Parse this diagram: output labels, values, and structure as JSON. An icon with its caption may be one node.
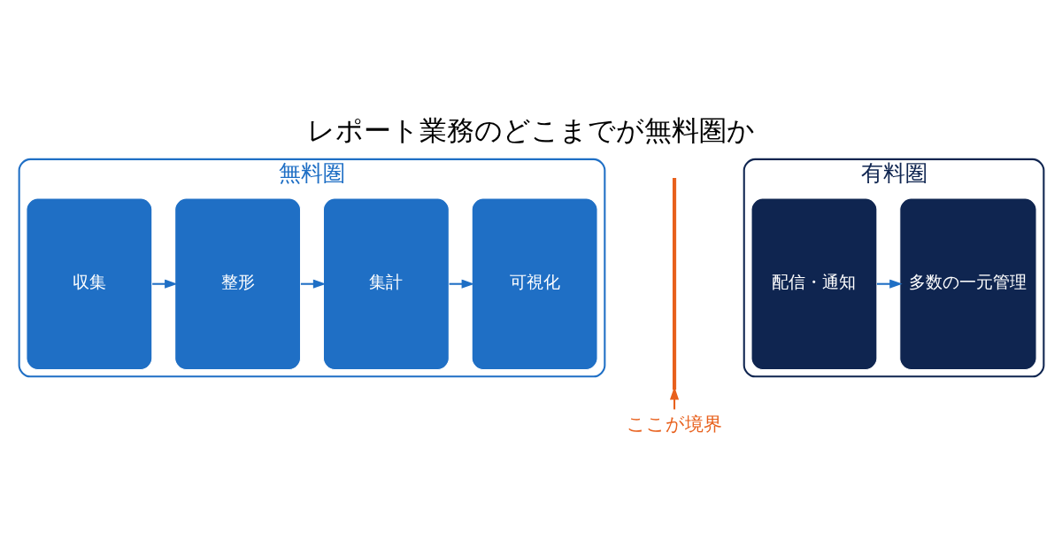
{
  "diagram": {
    "title": "レポート業務のどこまでが無料圏か",
    "nodes": [
      {
        "text": [
          "無料圏"
        ]
      },
      {
        "text": [
          "収集"
        ],
        "in": 0
      },
      {
        "text": [
          "整形"
        ],
        "in": 0
      },
      {
        "text": [
          "集計"
        ],
        "in": 0
      },
      {
        "text": [
          "可視化"
        ],
        "in": 0
      },
      {
        "text": [
          "有料圏"
        ]
      },
      {
        "text": [
          "配信・通知"
        ],
        "in": 5
      },
      {
        "text": [
          "多数の一元管理"
        ],
        "in": 5
      },
      {
        "text": [],
        "shape": "bar"
      },
      {
        "text": [
          "ここが境界"
        ]
      }
    ],
    "edges": [
      {
        "from": 1,
        "to": 2,
        "arrow": "to"
      },
      {
        "from": 2,
        "to": 3,
        "arrow": "to"
      },
      {
        "from": 3,
        "to": 4,
        "arrow": "to"
      },
      {
        "from": 6,
        "to": 7,
        "arrow": "to"
      },
      {
        "from": 9,
        "to": 8,
        "arrow": "to",
        "color": "#e8601c"
      }
    ]
  }
}
